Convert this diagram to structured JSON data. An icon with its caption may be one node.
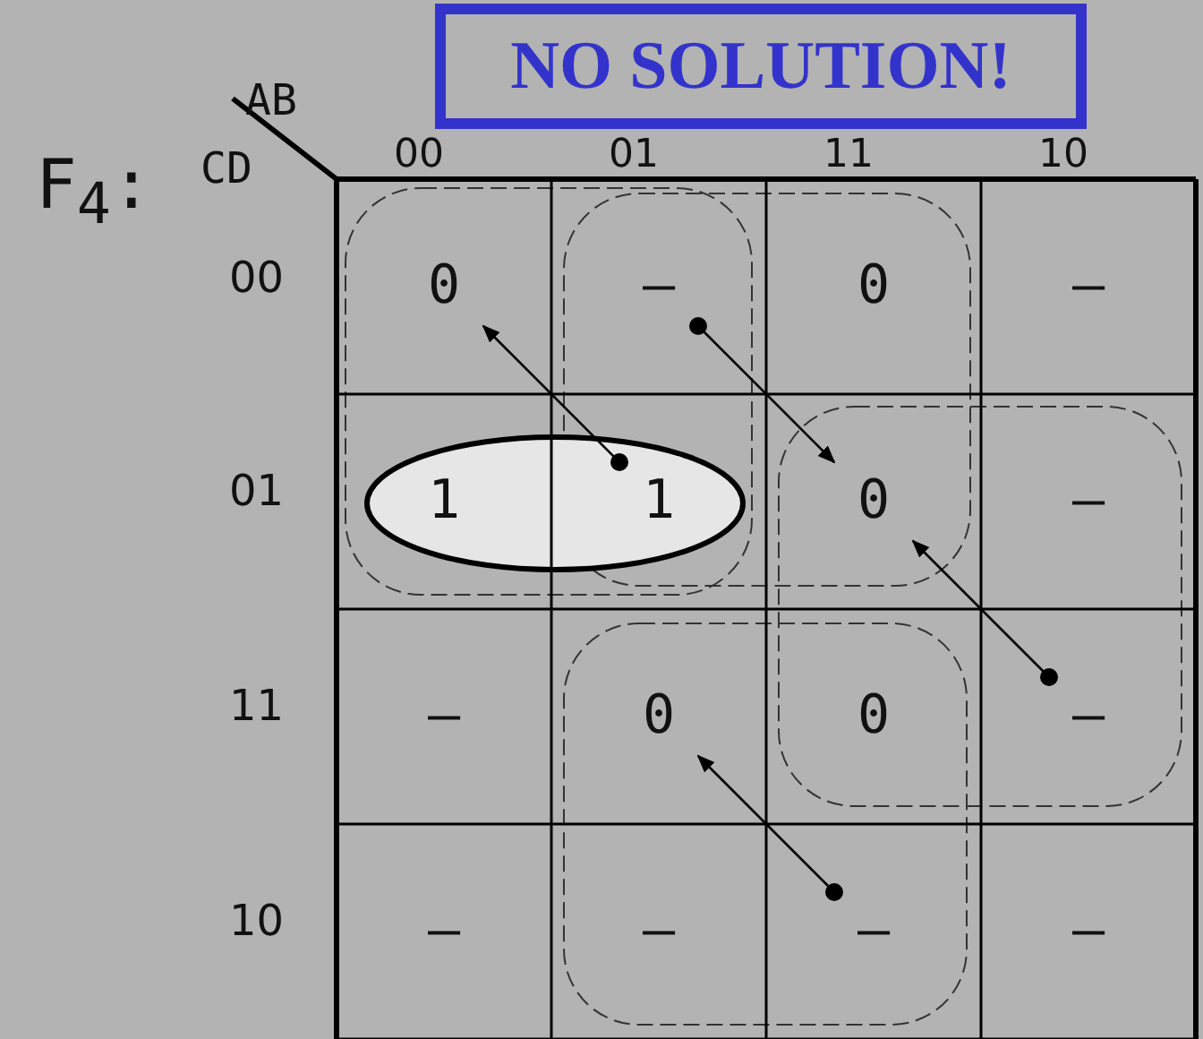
{
  "diagram": {
    "nodes": [
      {
        "text": [
          "NO SOLUTION!"
        ]
      },
      {
        "text": [
          "0"
        ]
      },
      {
        "text": [
          "—"
        ]
      },
      {
        "text": [
          "0"
        ]
      },
      {
        "text": [
          "—"
        ]
      },
      {
        "text": [
          "1"
        ]
      },
      {
        "text": [
          "1"
        ]
      },
      {
        "text": [
          "0"
        ]
      },
      {
        "text": [
          "—"
        ]
      },
      {
        "text": [
          "—"
        ]
      },
      {
        "text": [
          "0"
        ]
      },
      {
        "text": [
          "0"
        ]
      },
      {
        "text": [
          "—"
        ]
      },
      {
        "text": [
          "—"
        ]
      },
      {
        "text": [
          "—"
        ]
      },
      {
        "text": [
          "—"
        ]
      },
      {
        "text": [
          "—"
        ]
      }
    ],
    "edges": [
      {
        "from": 6,
        "to": 1,
        "arrow": "to"
      },
      {
        "from": 2,
        "to": 7,
        "arrow": "to"
      },
      {
        "from": 12,
        "to": 7,
        "arrow": "to"
      },
      {
        "from": 15,
        "to": 10,
        "arrow": "to"
      }
    ],
    "labels": [
      "AB",
      "00",
      "01",
      "11",
      "10",
      "F$_{4}$:",
      "CD",
      "00",
      "01",
      "11",
      "10"
    ]
  }
}
